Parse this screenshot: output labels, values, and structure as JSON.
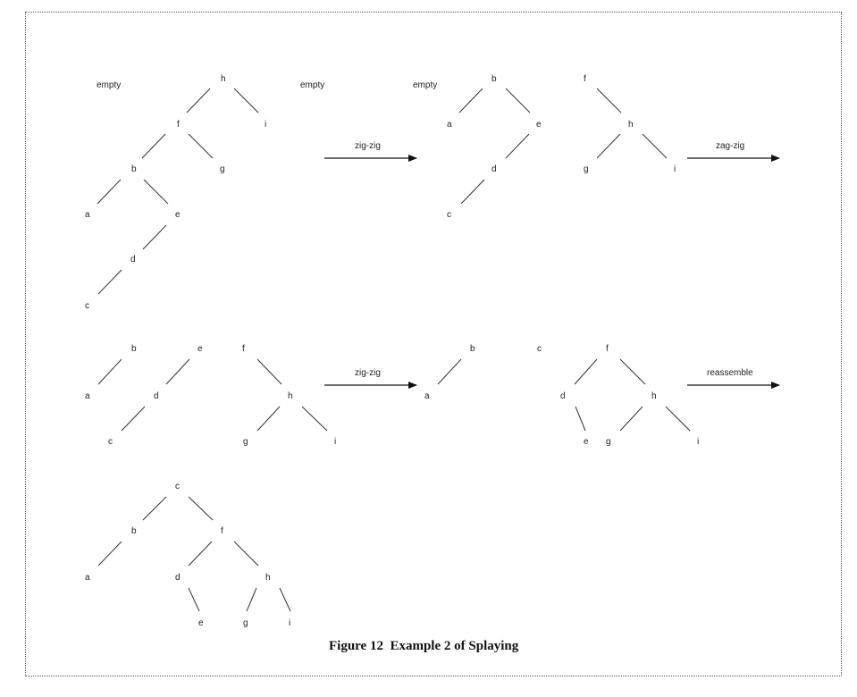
{
  "labels": {
    "empty": "empty",
    "zig_zig": "zig-zig",
    "zag_zig": "zag-zig",
    "reassemble": "reassemble"
  },
  "nodes": {
    "a": "a",
    "b": "b",
    "c": "c",
    "d": "d",
    "e": "e",
    "f": "f",
    "g": "g",
    "h": "h",
    "i": "i"
  },
  "caption": "Figure 12  Example 2 of Splaying"
}
